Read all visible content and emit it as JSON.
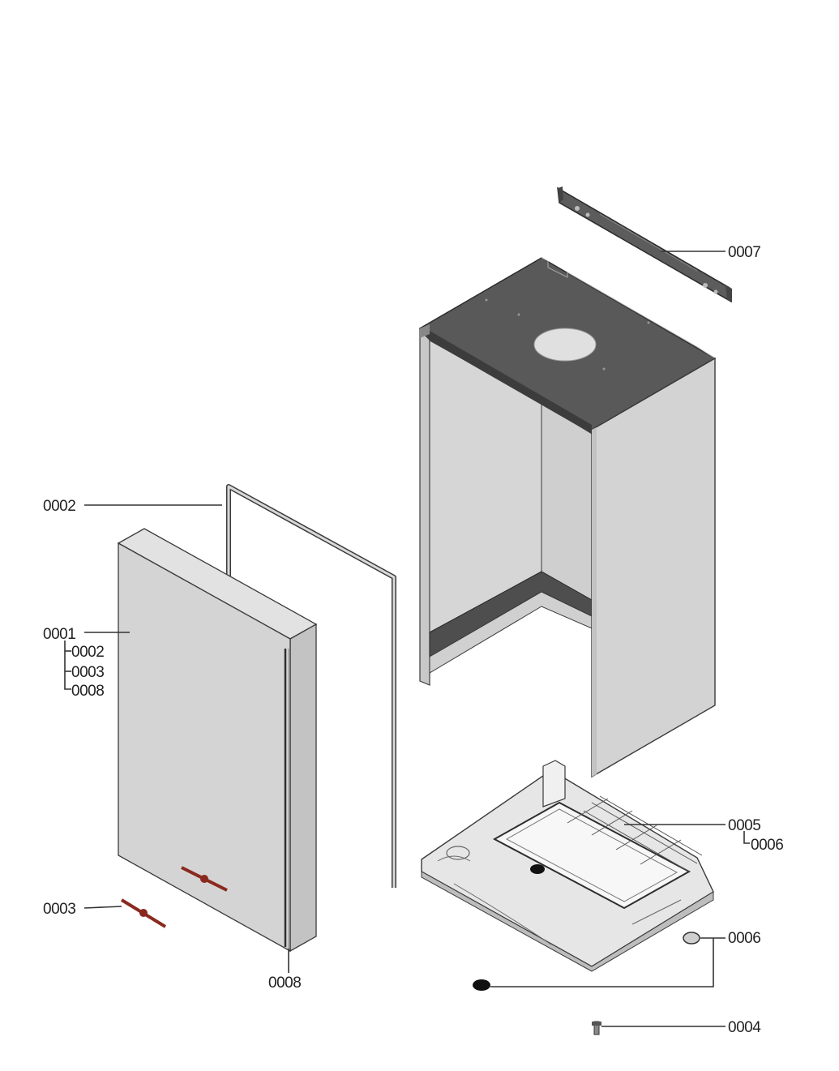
{
  "diagram": {
    "colors": {
      "panel": "#d3d3d3",
      "panel_side": "#c6c6c6",
      "panel_top": "#e4e4e4",
      "dark": "#555555",
      "outline": "#3a3a3a",
      "logo": "#8a2a1e"
    },
    "parts": [
      {
        "id": "p7",
        "label": "0007"
      },
      {
        "id": "p2",
        "label": "0002"
      },
      {
        "id": "p1",
        "label": "0001"
      },
      {
        "id": "p1a",
        "label": "0002"
      },
      {
        "id": "p1b",
        "label": "0003"
      },
      {
        "id": "p1c",
        "label": "0008"
      },
      {
        "id": "p5",
        "label": "0005"
      },
      {
        "id": "p5a",
        "label": "0006"
      },
      {
        "id": "p6",
        "label": "0006"
      },
      {
        "id": "p3",
        "label": "0003"
      },
      {
        "id": "p8",
        "label": "0008"
      },
      {
        "id": "p4",
        "label": "0004"
      }
    ]
  }
}
